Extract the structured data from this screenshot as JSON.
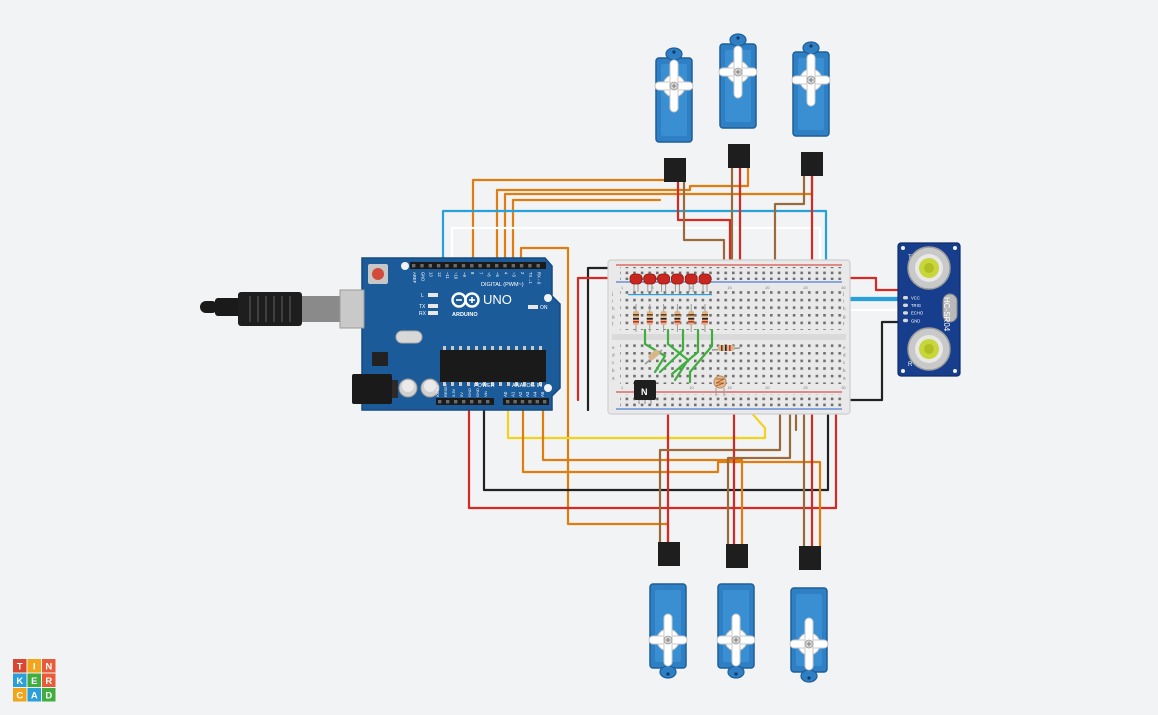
{
  "arduino": {
    "brand": "ARDUINO",
    "model": "UNO",
    "digital_label": "DIGITAL (PWM~)",
    "power_label": "POWER",
    "analog_label": "ANALOG IN",
    "on_label": "ON",
    "tx_label": "TX",
    "rx_label": "RX",
    "l_label": "L",
    "digital_pins": [
      "AREF",
      "GND",
      "13",
      "12",
      "~11",
      "~10",
      "~9",
      "8",
      "7",
      "~6",
      "~5",
      "4",
      "~3",
      "2",
      "TX→1",
      "RX←0"
    ],
    "power_pins": [
      "IOREF",
      "RESET",
      "3.3V",
      "5V",
      "GND",
      "GND",
      "Vin"
    ],
    "analog_pins": [
      "A0",
      "A1",
      "A2",
      "A3",
      "A4",
      "A5"
    ]
  },
  "sensor": {
    "model": "HC-SR04",
    "pins": [
      "VCC",
      "TRIG",
      "ECHO",
      "GND"
    ],
    "t_label": "T",
    "r_label": "R"
  },
  "transistor": {
    "label": "N"
  },
  "breadboard": {
    "row_letters_top": [
      "j",
      "i",
      "h",
      "g",
      "f"
    ],
    "row_letters_bottom": [
      "e",
      "d",
      "c",
      "b",
      "a"
    ],
    "col_numbers": [
      "1",
      "5",
      "10",
      "15",
      "20",
      "25",
      "30"
    ]
  },
  "logo": {
    "letters": [
      "T",
      "I",
      "N",
      "K",
      "E",
      "R",
      "C",
      "A",
      "D"
    ]
  },
  "colors": {
    "board": "#1c5b9a",
    "background": "#f1f3f4",
    "servo": "#2f7fc4",
    "wire_red": "#d42a23",
    "wire_black": "#222222",
    "wire_orange": "#e07d10",
    "wire_brown": "#9a6a3c",
    "wire_yellow": "#f2d21b",
    "wire_blue": "#2aa0d8",
    "wire_green": "#3fae3f",
    "led": "#c8261e",
    "sensor": "#173e8c"
  }
}
